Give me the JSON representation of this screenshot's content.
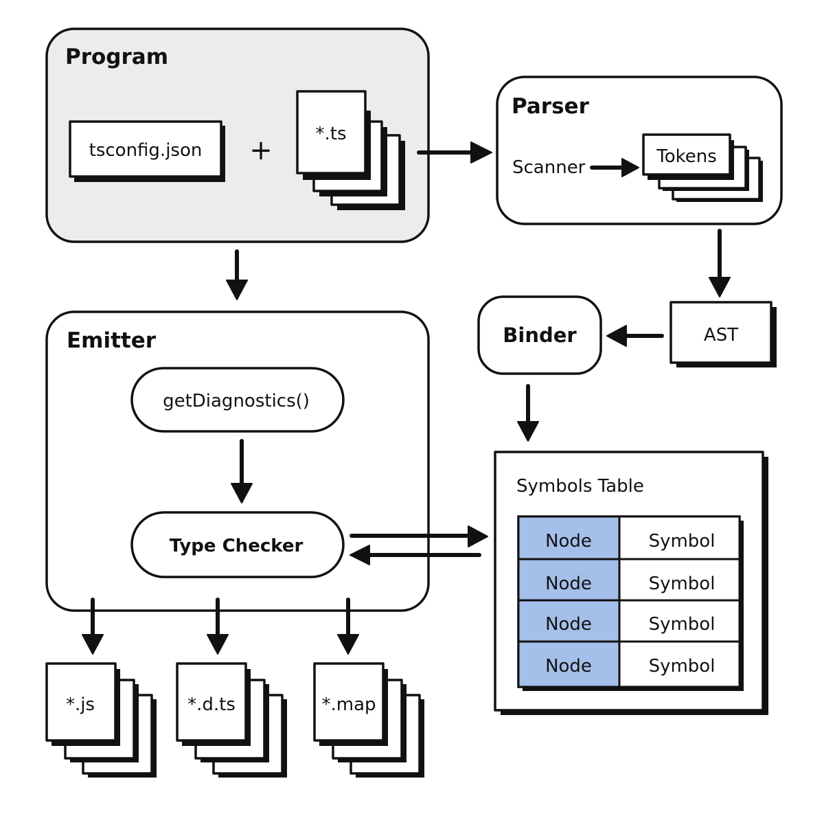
{
  "program": {
    "title": "Program",
    "config_file": "tsconfig.json",
    "plus": "+",
    "source_files": "*.ts"
  },
  "parser": {
    "title": "Parser",
    "scanner": "Scanner",
    "tokens": "Tokens"
  },
  "ast": {
    "label": "AST"
  },
  "binder": {
    "label": "Binder"
  },
  "emitter": {
    "title": "Emitter",
    "diagnostics": "getDiagnostics()",
    "type_checker": "Type Checker"
  },
  "symbols_table": {
    "title": "Symbols Table",
    "rows": [
      {
        "node": "Node",
        "symbol": "Symbol"
      },
      {
        "node": "Node",
        "symbol": "Symbol"
      },
      {
        "node": "Node",
        "symbol": "Symbol"
      },
      {
        "node": "Node",
        "symbol": "Symbol"
      }
    ]
  },
  "outputs": {
    "js": "*.js",
    "dts": "*.d.ts",
    "map": "*.map"
  },
  "colors": {
    "container_fill": "#ececec",
    "node_cell": "#a4bfe9",
    "ink": "#111111"
  }
}
